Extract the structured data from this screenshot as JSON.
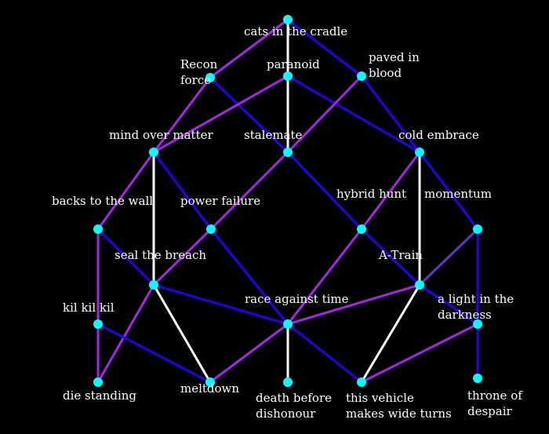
{
  "colors": {
    "background": "#000000",
    "node": "#00ffff",
    "edge_blue": "#2200ee",
    "edge_purple": "#aa22ee",
    "edge_white": "#ffffff",
    "edge_violet": "#6633cc",
    "label": "#ffffff"
  },
  "nodes": [
    {
      "id": "cats",
      "label": "cats in the cradle"
    },
    {
      "id": "recon",
      "label": "Recon force"
    },
    {
      "id": "paranoid",
      "label": "paranoid"
    },
    {
      "id": "paved",
      "label": "paved in blood"
    },
    {
      "id": "mind",
      "label": "mind over matter"
    },
    {
      "id": "stalemate",
      "label": "stalemate"
    },
    {
      "id": "cold",
      "label": "cold embrace"
    },
    {
      "id": "backs",
      "label": "backs to the wall"
    },
    {
      "id": "power",
      "label": "power failure"
    },
    {
      "id": "hybrid",
      "label": "hybrid hunt"
    },
    {
      "id": "momentum",
      "label": "momentum"
    },
    {
      "id": "seal",
      "label": "seal the breach"
    },
    {
      "id": "atrain",
      "label": "A-Train"
    },
    {
      "id": "kil",
      "label": "kil kil kil"
    },
    {
      "id": "race",
      "label": "race against time"
    },
    {
      "id": "light",
      "label": "a light in the darkness"
    },
    {
      "id": "die",
      "label": "die standing"
    },
    {
      "id": "meltdown",
      "label": "meltdown"
    },
    {
      "id": "death",
      "label": "death before dishonour"
    },
    {
      "id": "vehicle",
      "label": "this vehicle makes wide turns"
    },
    {
      "id": "throne",
      "label": "throne of despair"
    }
  ],
  "edges": [
    {
      "from": "cats",
      "to": "recon",
      "color": "purple"
    },
    {
      "from": "cats",
      "to": "paranoid",
      "color": "white"
    },
    {
      "from": "cats",
      "to": "paved",
      "color": "blue"
    },
    {
      "from": "recon",
      "to": "mind",
      "color": "purple"
    },
    {
      "from": "recon",
      "to": "stalemate",
      "color": "blue"
    },
    {
      "from": "paranoid",
      "to": "mind",
      "color": "purple"
    },
    {
      "from": "paranoid",
      "to": "stalemate",
      "color": "white"
    },
    {
      "from": "paranoid",
      "to": "cold",
      "color": "blue"
    },
    {
      "from": "paved",
      "to": "stalemate",
      "color": "purple"
    },
    {
      "from": "paved",
      "to": "cold",
      "color": "blue"
    },
    {
      "from": "mind",
      "to": "backs",
      "color": "purple"
    },
    {
      "from": "mind",
      "to": "power",
      "color": "blue"
    },
    {
      "from": "mind",
      "to": "seal",
      "color": "white"
    },
    {
      "from": "stalemate",
      "to": "power",
      "color": "purple"
    },
    {
      "from": "stalemate",
      "to": "hybrid",
      "color": "blue"
    },
    {
      "from": "cold",
      "to": "hybrid",
      "color": "purple"
    },
    {
      "from": "cold",
      "to": "momentum",
      "color": "blue"
    },
    {
      "from": "cold",
      "to": "atrain",
      "color": "white"
    },
    {
      "from": "backs",
      "to": "seal",
      "color": "blue"
    },
    {
      "from": "backs",
      "to": "kil",
      "color": "purple"
    },
    {
      "from": "power",
      "to": "seal",
      "color": "purple"
    },
    {
      "from": "power",
      "to": "race",
      "color": "blue"
    },
    {
      "from": "hybrid",
      "to": "atrain",
      "color": "blue"
    },
    {
      "from": "hybrid",
      "to": "race",
      "color": "purple"
    },
    {
      "from": "momentum",
      "to": "atrain",
      "color": "violet"
    },
    {
      "from": "momentum",
      "to": "throne",
      "color": "blue"
    },
    {
      "from": "seal",
      "to": "race",
      "color": "blue"
    },
    {
      "from": "seal",
      "to": "die",
      "color": "purple"
    },
    {
      "from": "seal",
      "to": "meltdown",
      "color": "white"
    },
    {
      "from": "atrain",
      "to": "race",
      "color": "purple"
    },
    {
      "from": "atrain",
      "to": "light",
      "color": "blue"
    },
    {
      "from": "atrain",
      "to": "vehicle",
      "color": "white"
    },
    {
      "from": "kil",
      "to": "die",
      "color": "purple"
    },
    {
      "from": "kil",
      "to": "meltdown",
      "color": "blue"
    },
    {
      "from": "race",
      "to": "meltdown",
      "color": "purple"
    },
    {
      "from": "race",
      "to": "death",
      "color": "white"
    },
    {
      "from": "race",
      "to": "vehicle",
      "color": "blue"
    },
    {
      "from": "light",
      "to": "vehicle",
      "color": "purple"
    },
    {
      "from": "light",
      "to": "throne",
      "color": "blue"
    }
  ]
}
